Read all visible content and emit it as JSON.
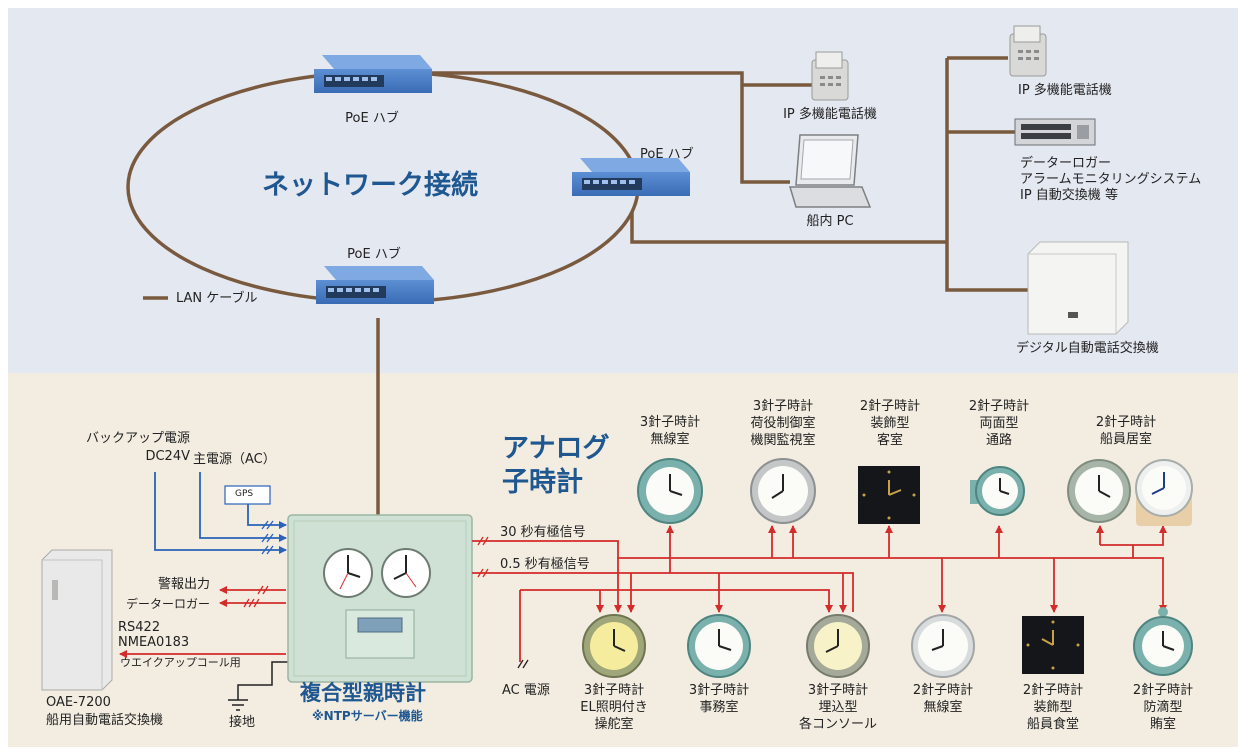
{
  "network": {
    "title": "ネットワーク接続",
    "hub_labels": [
      "PoE ハブ",
      "PoE ハブ",
      "PoE ハブ"
    ],
    "legend": "LAN ケーブル"
  },
  "devices": {
    "ip_phone_1": "IP 多機能電話機",
    "ip_phone_2": "IP 多機能電話機",
    "pc": "船内 PC",
    "server": "データーロガー\nアラームモニタリングシステム\nIP 自動交換機 等",
    "pbx": "デジタル自動電話交換機"
  },
  "master": {
    "title": "複合型親時計",
    "subtitle": "※NTPサーバー機能",
    "gps": "GPS",
    "backup": "バックアップ電源\nDC24V",
    "main_power": "主電源（AC）",
    "ground": "接地",
    "ac_power": "AC 電源",
    "signal_30": "30 秒有極信号",
    "signal_05": "0.5 秒有極信号"
  },
  "exchange": {
    "alarm_out": "警報出力",
    "logger": "データーロガー",
    "rs422": "RS422\nNMEA0183",
    "wakeup": "ウエイクアップコール用",
    "model": "OAE-7200\n船用自動電話交換機"
  },
  "analog": {
    "title": "アナログ\n子時計",
    "top_clocks": [
      "3針子時計\n無線室",
      "3針子時計\n荷役制御室\n機関監視室",
      "2針子時計\n装飾型\n客室",
      "2針子時計\n両面型\n通路",
      "2針子時計\n船員居室"
    ],
    "bottom_clocks": [
      "3針子時計\nEL照明付き\n操舵室",
      "3針子時計\n事務室",
      "3針子時計\n埋込型\n各コンソール",
      "2針子時計\n無線室",
      "2針子時計\n装飾型\n船員食堂",
      "2針子時計\n防滴型\n賄室"
    ]
  },
  "colors": {
    "top_bg": "#e4e8f1",
    "bottom_bg": "#f3ede1",
    "lan": "#7a5a3e",
    "signal": "#d42b2b",
    "power": "#2a62b8",
    "title_blue": "#1f5790"
  }
}
